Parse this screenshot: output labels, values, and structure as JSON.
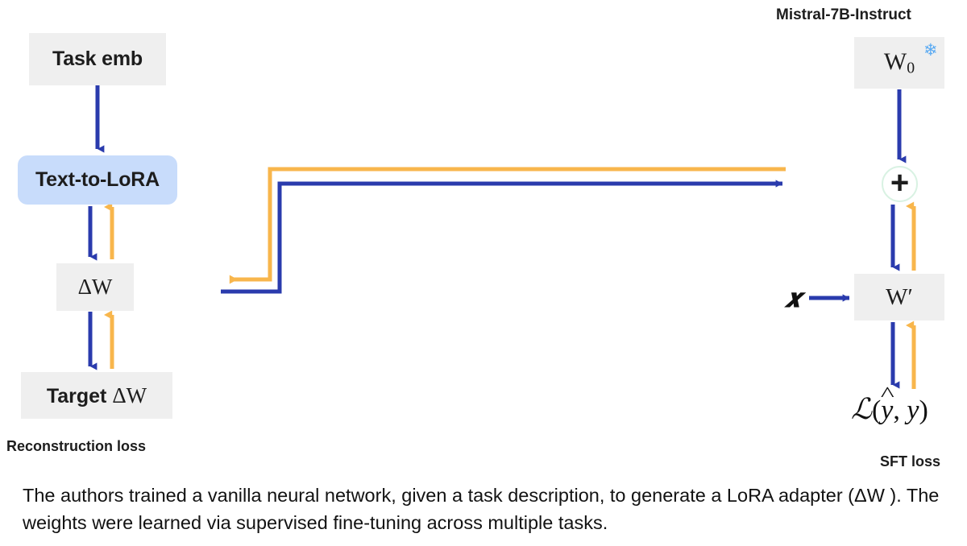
{
  "diagram": {
    "title_right": "Mistral-7B-Instruct",
    "nodes": {
      "task_emb": "Task emb",
      "text_to_lora": "Text-to-LoRA",
      "delta_w": "ΔW",
      "target_delta_w_prefix": "Target ",
      "target_delta_w_math": "ΔW",
      "w0_base": "W",
      "w0_sub": "0",
      "w_prime": "W′",
      "plus": "+",
      "input_x": "𝒙",
      "snowflake": "❄"
    },
    "loss_expr": {
      "script_l": "ℒ",
      "open": "(",
      "yhat": "y",
      "comma": ", ",
      "y": "y",
      "close": ")"
    },
    "labels": {
      "reconstruction_loss": "Reconstruction loss",
      "sft_loss": "SFT loss"
    },
    "colors": {
      "blue_arrow": "#2a3bad",
      "orange_arrow": "#f8b64c",
      "box_grey": "#efefef",
      "box_blue": "#c8dcfb",
      "plus_ring": "#d9f2e3",
      "snowflake": "#5aaaf2"
    }
  },
  "caption": {
    "text": "The authors trained a vanilla neural network, given a task description, to generate a LoRA adapter (ΔW ). The weights were learned via supervised fine-tuning across multiple tasks."
  }
}
